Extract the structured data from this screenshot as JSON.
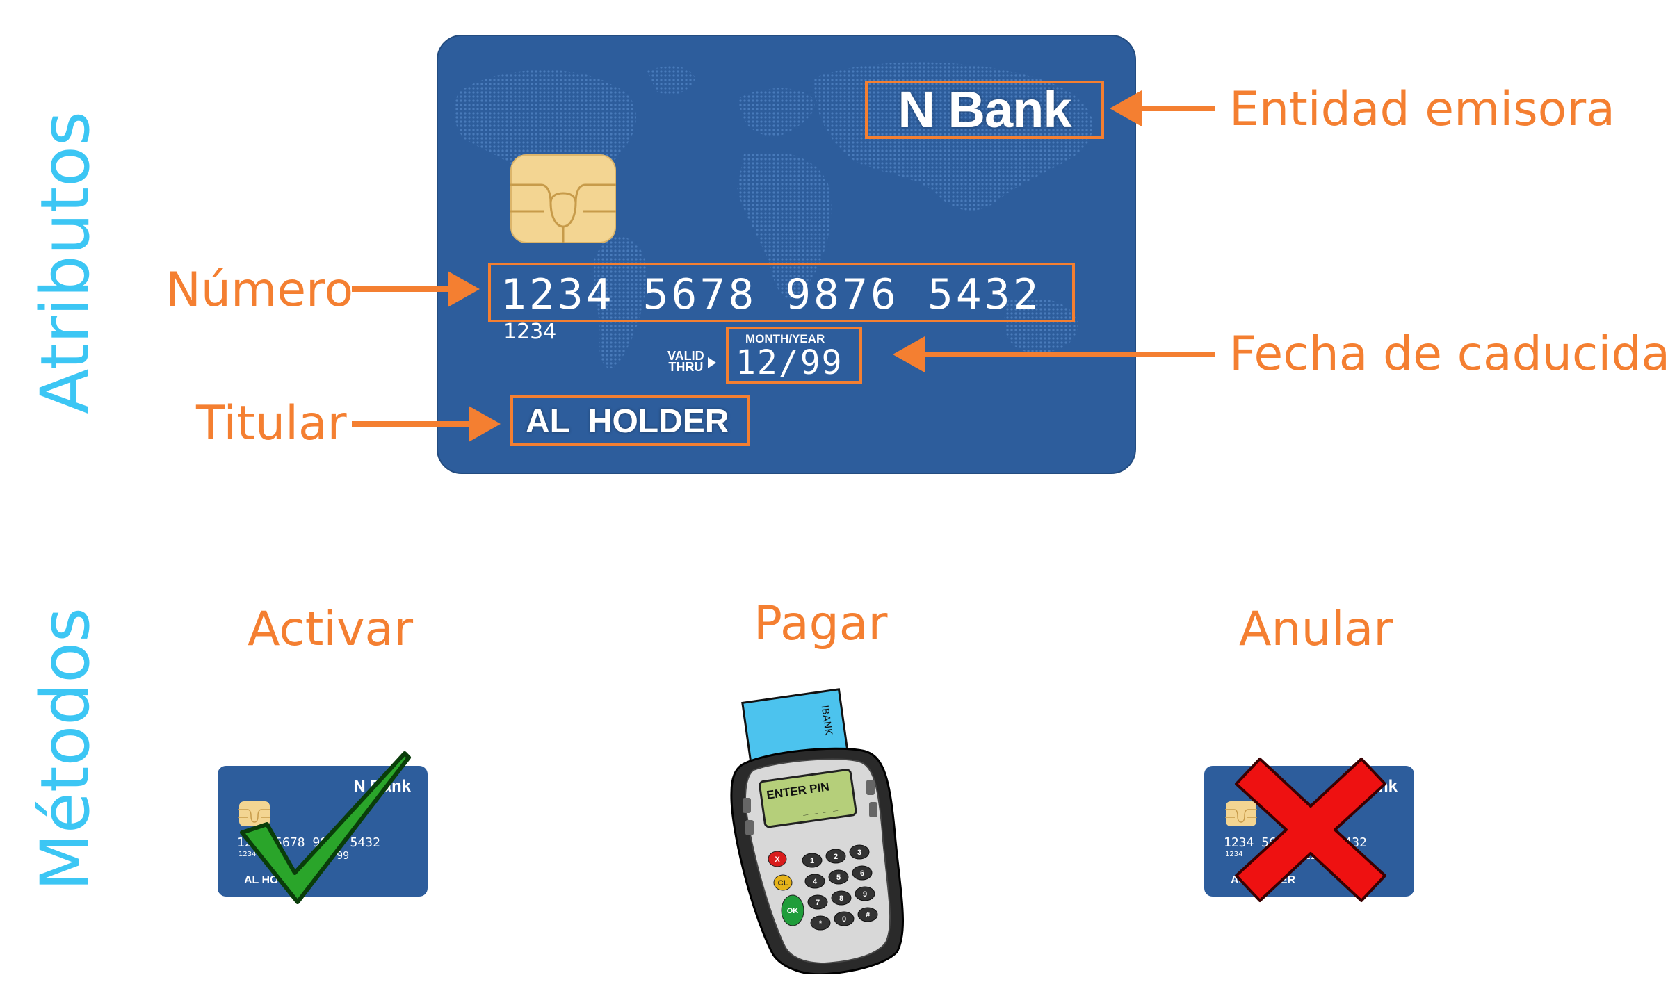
{
  "sections": {
    "attributes_title": "Atributos",
    "methods_title": "Métodos"
  },
  "card": {
    "bank_name": "N Bank",
    "number": "1234 5678 9876 5432",
    "number_small": "1234",
    "valid_thru": "VALID\nTHRU",
    "month_year_label": "MONTH/YEAR",
    "expiry": "12/99",
    "holder": "AL  HOLDER"
  },
  "attributes": {
    "issuer": "Entidad emisora",
    "number": "Número",
    "expiry": "Fecha de caducidad",
    "holder": "Titular"
  },
  "methods": {
    "activate": "Activar",
    "pay": "Pagar",
    "cancel": "Anular"
  },
  "terminal": {
    "screen_text": "ENTER PIN",
    "pin_mask": "_ _ _ _",
    "card_bank": "IBANK",
    "keys": [
      "1",
      "2",
      "3",
      "4",
      "5",
      "6",
      "7",
      "8",
      "9",
      "*",
      "0",
      "#"
    ],
    "key_x": "X",
    "key_cl": "CL",
    "key_ok": "OK"
  },
  "mini_card": {
    "bank_name": "N Bank",
    "number": "1234 5678 9876 5432",
    "number_small": "1234",
    "expiry": "12/99",
    "holder": "AL HOLDER"
  },
  "colors": {
    "accent_orange": "#f47f31",
    "section_blue": "#3cc6f4",
    "card_blue": "#2d5d9c",
    "check_green": "#2aa52a",
    "cross_red": "#ee1111"
  },
  "icons": {
    "activate_mark": "check-icon",
    "cancel_mark": "cross-icon",
    "pay_device": "payment-terminal-icon"
  }
}
